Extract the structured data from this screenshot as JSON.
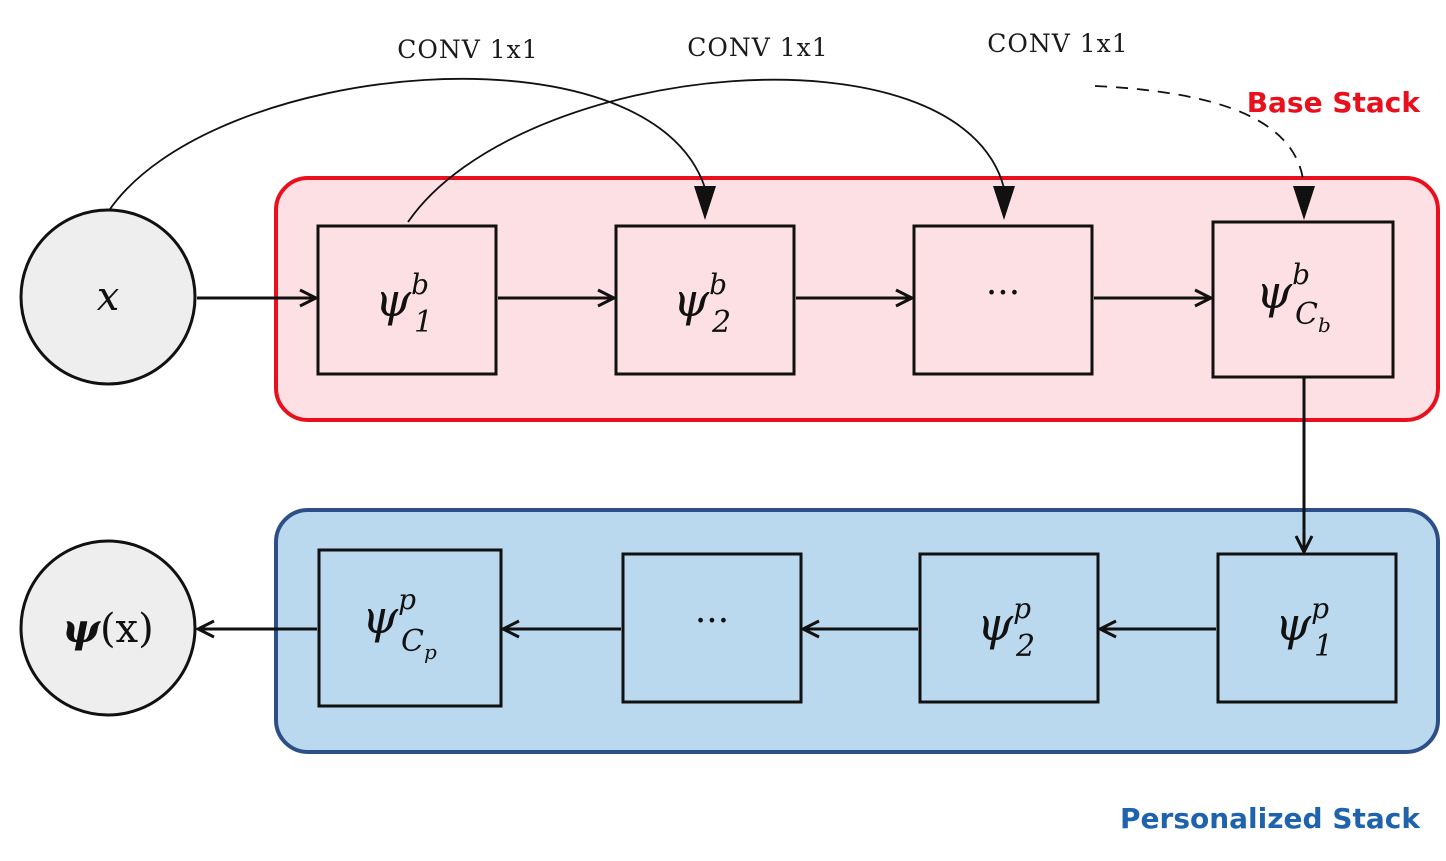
{
  "labels": {
    "base_stack": "Base Stack",
    "personalized_stack": "Personalized Stack",
    "conv_1": "CONV 1x1",
    "conv_2": "CONV 1x1",
    "conv_3": "CONV 1x1"
  },
  "nodes": {
    "input": {
      "text": "x"
    },
    "output": {
      "bold": "ψ",
      "rest": "(x)"
    }
  },
  "base_blocks": [
    {
      "base": "ψ",
      "sup": "b",
      "sub": "1"
    },
    {
      "base": "ψ",
      "sup": "b",
      "sub": "2"
    },
    {
      "dots": "···"
    },
    {
      "base": "ψ",
      "sup": "b",
      "sub": "C",
      "subsub": "b"
    }
  ],
  "personalized_blocks": [
    {
      "base": "ψ",
      "sup": "p",
      "sub": "1"
    },
    {
      "base": "ψ",
      "sup": "p",
      "sub": "2"
    },
    {
      "dots": "···"
    },
    {
      "base": "ψ",
      "sup": "p",
      "sub": "C",
      "subsub": "p"
    }
  ],
  "colors": {
    "base_fill": "#fde0e4",
    "base_border": "#e8101c",
    "base_text": "#e8101c",
    "personal_fill": "#bad8ee",
    "personal_border": "#2d4f88",
    "personal_text": "#1f63ad",
    "node_fill": "#eeeeee",
    "line": "#111111"
  }
}
